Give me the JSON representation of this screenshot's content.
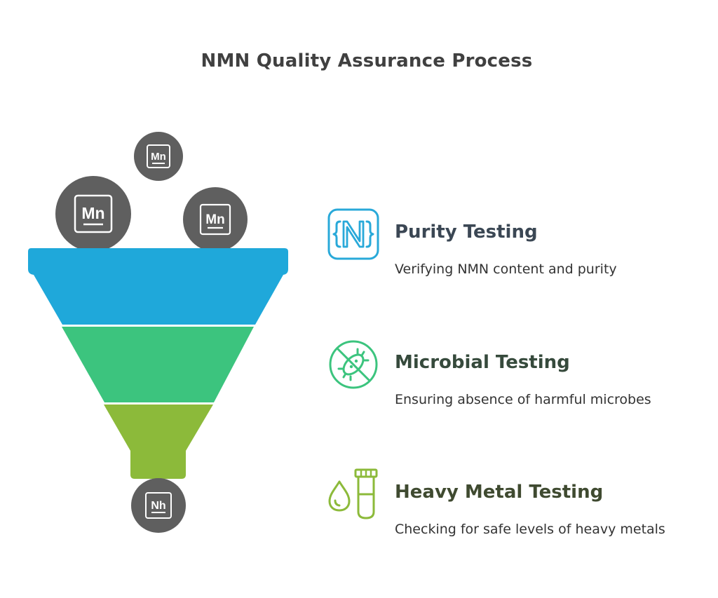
{
  "title": "NMN Quality Assurance Process",
  "inputs": [
    {
      "symbol": "Mn"
    },
    {
      "symbol": "Mn"
    },
    {
      "symbol": "Mn"
    }
  ],
  "output": {
    "symbol": "Nh"
  },
  "stages": [
    {
      "heading": "Purity Testing",
      "description": "Verifying NMN content and purity",
      "icon": "n-brace-icon",
      "color": "#29a9d9",
      "heading_color": "#3b4754"
    },
    {
      "heading": "Microbial Testing",
      "description": "Ensuring absence of harmful microbes",
      "icon": "no-bacteria-icon",
      "color": "#3cc47e",
      "heading_color": "#364a3c"
    },
    {
      "heading": "Heavy Metal Testing",
      "description": "Checking for safe levels of heavy metals",
      "icon": "droplet-test-tube-icon",
      "color": "#8cba3a",
      "heading_color": "#3f4a30"
    }
  ],
  "colors": {
    "funnel_top": "#1fa8da",
    "funnel_middle": "#3cc47e",
    "funnel_bottom": "#8cba3a",
    "circle": "#5f5f5f",
    "title": "#404040"
  }
}
